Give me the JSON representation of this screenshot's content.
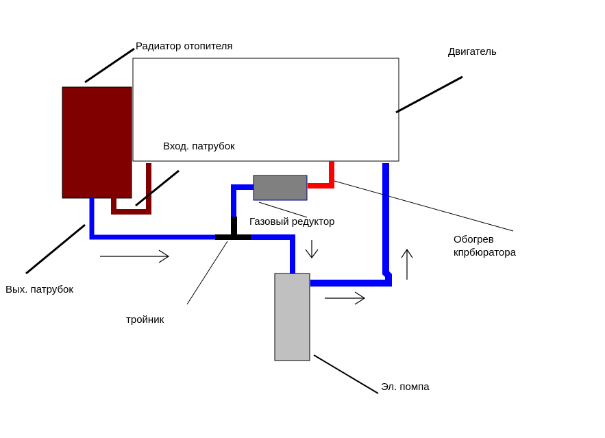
{
  "labels": {
    "heater_radiator": "Радиатор отопителя",
    "engine": "Двигатель",
    "inlet_pipe": "Вход. патрубок",
    "gas_reducer": "Газовый редуктор",
    "carb_heating_line1": "Обогрев",
    "carb_heating_line2": "кпрбюратора",
    "outlet_pipe": "Вых. патрубок",
    "tee": "тройник",
    "electric_pump": "Эл. помпа"
  },
  "colors": {
    "radiator": "#800000",
    "coolant_cold": "#0000ff",
    "coolant_hot": "#ff0000",
    "reducer": "#808080",
    "pump": "#c0c0c0",
    "tee": "#000000",
    "background": "#ffffff"
  }
}
